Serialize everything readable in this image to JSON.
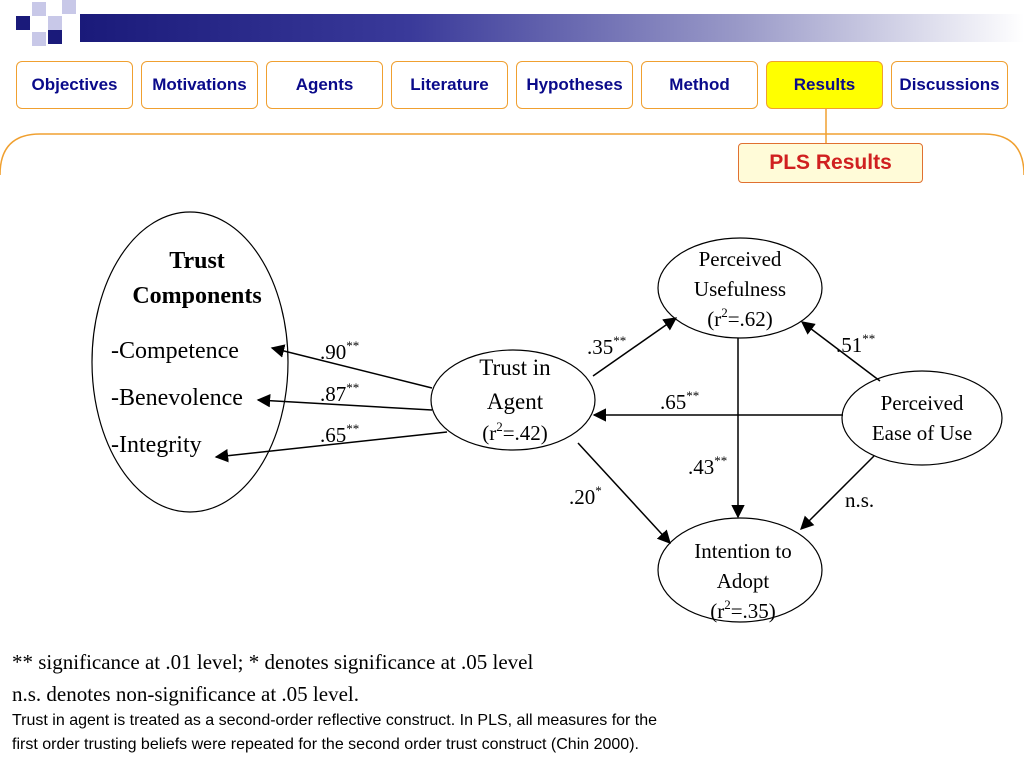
{
  "nav": {
    "tabs": [
      {
        "label": "Objectives"
      },
      {
        "label": "Motivations"
      },
      {
        "label": "Agents"
      },
      {
        "label": "Literature"
      },
      {
        "label": "Hypotheses"
      },
      {
        "label": "Method"
      },
      {
        "label": "Results",
        "active": true
      },
      {
        "label": "Discussions"
      }
    ]
  },
  "badge": "PLS Results",
  "diagram": {
    "trust_components": {
      "title_line1": "Trust",
      "title_line2": "Components",
      "items": [
        "-Competence",
        "-Benevolence",
        "-Integrity"
      ]
    },
    "loadings": [
      {
        "value": ".90",
        "sig": "**"
      },
      {
        "value": ".87",
        "sig": "**"
      },
      {
        "value": ".65",
        "sig": "**"
      }
    ],
    "nodes": {
      "trust_agent": {
        "line1": "Trust in",
        "line2": "Agent",
        "r2_prefix": "(r",
        "r2_sup": "2",
        "r2_suffix": "=.42)"
      },
      "usefulness": {
        "line1": "Perceived",
        "line2": "Usefulness",
        "r2_prefix": "(r",
        "r2_sup": "2",
        "r2_suffix": "=.62)"
      },
      "ease": {
        "line1": "Perceived",
        "line2": "Ease of Use"
      },
      "intention": {
        "line1": "Intention to",
        "line2": "Adopt",
        "r2_prefix": "(r",
        "r2_sup": "2",
        "r2_suffix": "=.35)"
      }
    },
    "paths": {
      "trust_to_pu": {
        "value": ".35",
        "sig": "**"
      },
      "peou_to_pu": {
        "value": ".51",
        "sig": "**"
      },
      "peou_to_trust": {
        "value": ".65",
        "sig": "**"
      },
      "pu_to_int": {
        "value": ".43",
        "sig": "**"
      },
      "trust_to_int": {
        "value": ".20",
        "sig": "*"
      },
      "peou_to_int": {
        "value": "n.s.",
        "sig": ""
      }
    }
  },
  "footer": {
    "line1": "** significance at .01 level; * denotes significance at .05 level",
    "line2": "n.s. denotes non-significance at .05 level.",
    "note1": "Trust in agent is treated as a second-order reflective construct. In PLS, all measures for the",
    "note2": "first order trusting beliefs were repeated for the second order trust construct (Chin 2000)."
  }
}
